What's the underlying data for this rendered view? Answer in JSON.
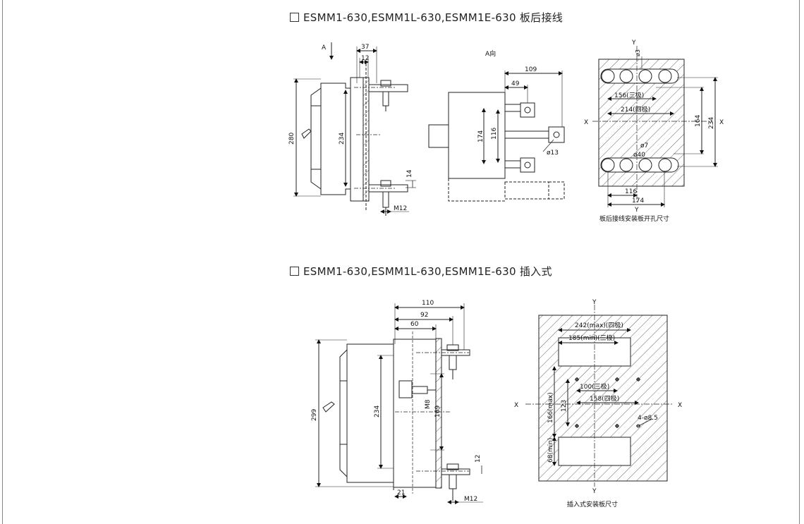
{
  "section1": {
    "title": "ESMM1-630,ESMM1L-630,ESMM1E-630 板后接线",
    "side": {
      "a_mark": "A",
      "dim_37": "37",
      "dim_12": "12",
      "dim_280": "280",
      "dim_234": "234",
      "dim_14": "14",
      "bolt": "M12"
    },
    "front": {
      "label": "A向",
      "dim_109": "109",
      "dim_49": "49",
      "dim_174": "174",
      "dim_116": "116",
      "hole": "ø13"
    },
    "panel": {
      "y_top": "Y",
      "y_bottom": "Y",
      "x_left": "X",
      "x_right": "X",
      "dim_phi3": "ø3",
      "dim_156": "156(三极)",
      "dim_214": "214(四极)",
      "dim_164": "164",
      "dim_234": "234",
      "dim_phi7": "ø7",
      "dim_phi40": "ø40",
      "dim_116": "116",
      "dim_174": "174",
      "caption": "板后接线安装板开孔尺寸"
    }
  },
  "section2": {
    "title": "ESMM1-630,ESMM1L-630,ESMM1E-630 插入式",
    "side": {
      "dim_110": "110",
      "dim_92": "92",
      "dim_60": "60",
      "dim_299": "299",
      "dim_234": "234",
      "bolt_m8": "M8",
      "dim_169": "169",
      "dim_12": "12",
      "dim_21": "21",
      "bolt": "M12"
    },
    "panel": {
      "y_top": "Y",
      "y_bottom": "Y",
      "x_left": "X",
      "x_right": "X",
      "dim_242": "242(max)(四极)",
      "dim_185": "185(min)(三极)",
      "dim_100": "100(三极)",
      "dim_158": "158(四极)",
      "dim_123": "123",
      "dim_166": "166(max)",
      "dim_68": "68(min)",
      "holes": "4-ø8.5",
      "caption": "插入式安装板尺寸"
    }
  }
}
